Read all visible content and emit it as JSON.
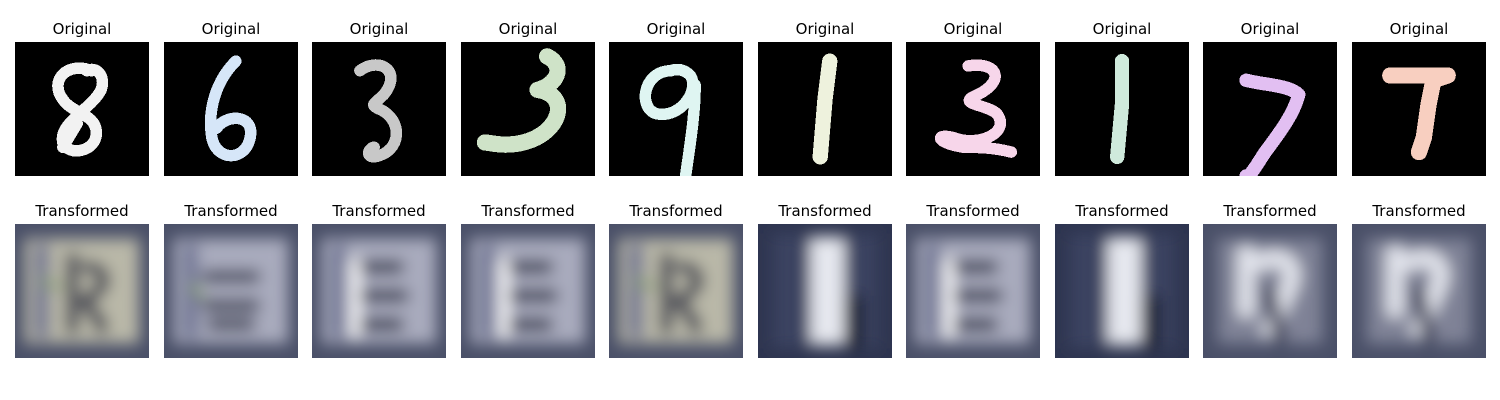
{
  "panels": [
    {
      "original_title": "Original",
      "transformed_title": "Transformed",
      "digit": "8",
      "color": "#f2f2f2",
      "trans_kind": "8"
    },
    {
      "original_title": "Original",
      "transformed_title": "Transformed",
      "digit": "6",
      "color": "#d6e6f8",
      "trans_kind": "6"
    },
    {
      "original_title": "Original",
      "transformed_title": "Transformed",
      "digit": "3",
      "color": "#c8c8c8",
      "trans_kind": "3"
    },
    {
      "original_title": "Original",
      "transformed_title": "Transformed",
      "digit": "3b",
      "color": "#cfe3c8",
      "trans_kind": "3"
    },
    {
      "original_title": "Original",
      "transformed_title": "Transformed",
      "digit": "9",
      "color": "#dff5f2",
      "trans_kind": "8"
    },
    {
      "original_title": "Original",
      "transformed_title": "Transformed",
      "digit": "1",
      "color": "#eef2dd",
      "trans_kind": "1"
    },
    {
      "original_title": "Original",
      "transformed_title": "Transformed",
      "digit": "3c",
      "color": "#f7d6ea",
      "trans_kind": "3"
    },
    {
      "original_title": "Original",
      "transformed_title": "Transformed",
      "digit": "1b",
      "color": "#cfeadc",
      "trans_kind": "1"
    },
    {
      "original_title": "Original",
      "transformed_title": "Transformed",
      "digit": "7",
      "color": "#e2bff2",
      "trans_kind": "7"
    },
    {
      "original_title": "Original",
      "transformed_title": "Transformed",
      "digit": "7b",
      "color": "#f8cfc0",
      "trans_kind": "7"
    }
  ]
}
